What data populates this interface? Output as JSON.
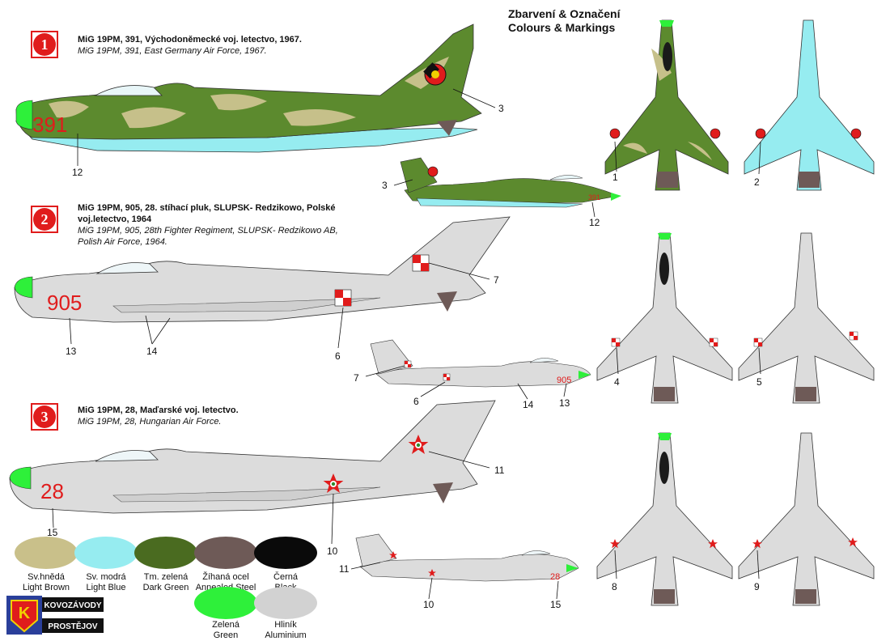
{
  "header": {
    "title_cz": "Zbarvení & Označení",
    "title_en": "Colours & Markings"
  },
  "schemes": [
    {
      "number": "1",
      "title_cz": "MiG 19PM, 391, Východoněmecké voj. letectvo, 1967.",
      "title_en": "MiG 19PM, 391, East Germany Air Force, 1967.",
      "serial": "391",
      "scheme_colors": {
        "base": "#5c8a2e",
        "camo": "#c6c08a",
        "underside": "#96ecf0"
      }
    },
    {
      "number": "2",
      "title_cz_line1": "MiG 19PM, 905, 28. stíhací pluk, SLUPSK- Redzikowo, Polské",
      "title_cz_line2": "voj.letectvo, 1964",
      "title_en_line1": "MiG 19PM, 905, 28th Fighter Regiment, SLUPSK- Redzikowo AB,",
      "title_en_line2": "Polish Air Force, 1964.",
      "serial": "905",
      "scheme_colors": {
        "base": "#dcdcdc"
      }
    },
    {
      "number": "3",
      "title_cz": "MiG 19PM, 28, Maďarské voj. letectvo.",
      "title_en": "MiG 19PM, 28, Hungarian Air Force.",
      "serial": "28",
      "scheme_colors": {
        "base": "#dcdcdc"
      }
    }
  ],
  "callouts": {
    "c1": "1",
    "c2": "2",
    "c3a": "3",
    "c3b": "3",
    "c4": "4",
    "c5": "5",
    "c6a": "6",
    "c6b": "6",
    "c7a": "7",
    "c7b": "7",
    "c8": "8",
    "c9": "9",
    "c10a": "10",
    "c10b": "10",
    "c11a": "11",
    "c11b": "11",
    "c12a": "12",
    "c12b": "12",
    "c13a": "13",
    "c13b": "13",
    "c14a": "14",
    "c14b": "14",
    "c15a": "15",
    "c15b": "15"
  },
  "legend": [
    {
      "cz": "Sv.hnědá",
      "en": "Light Brown",
      "color": "#c9c08a"
    },
    {
      "cz": "Sv. modrá",
      "en": "Light Blue",
      "color": "#96ecf0"
    },
    {
      "cz": "Tm. zelená",
      "en": "Dark Green",
      "color": "#4a6b20"
    },
    {
      "cz": "Žíhaná ocel",
      "en": "Annealed Steel",
      "color": "#6e5a57"
    },
    {
      "cz": "Černá",
      "en": "Black",
      "color": "#0a0a0a"
    },
    {
      "cz": "Zelená",
      "en": "Green",
      "color": "#2ef03a"
    },
    {
      "cz": "Hliník",
      "en": "Aluminium",
      "color": "#d2d2d2"
    }
  ],
  "logo": {
    "line1": "KOVOZÁVODY",
    "line2": "PROSTĚJOV",
    "letter": "K",
    "colors": {
      "red": "#e01c1c",
      "blue": "#2a3f9a",
      "yellow": "#f0d000"
    }
  }
}
